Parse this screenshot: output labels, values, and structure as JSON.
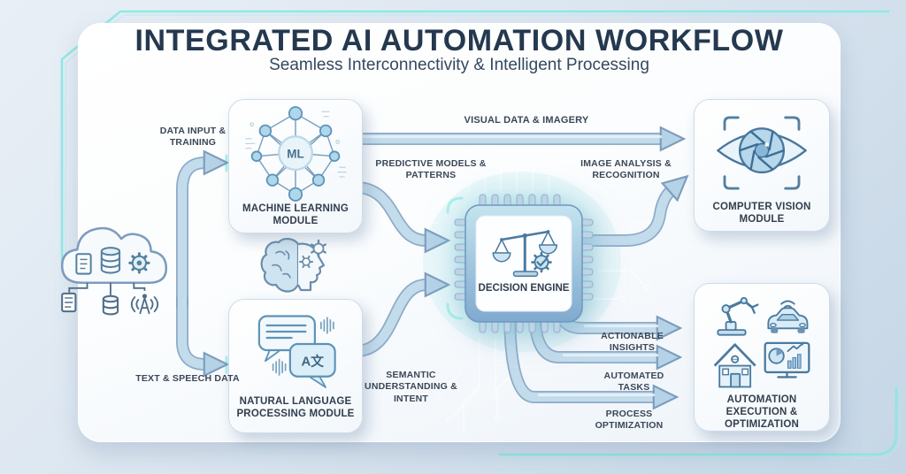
{
  "header": {
    "title": "INTEGRATED AI AUTOMATION WORKFLOW",
    "subtitle": "Seamless Interconnectivity & Intelligent Processing"
  },
  "modules": {
    "ml": {
      "label": "MACHINE LEARNING MODULE",
      "badge": "ML"
    },
    "nlp": {
      "label": "NATURAL LANGUAGE PROCESSING MODULE",
      "bubble": "A文"
    },
    "decision": {
      "label": "DECISION ENGINE"
    },
    "vision": {
      "label": "COMPUTER VISION MODULE"
    },
    "automation": {
      "label": "AUTOMATION EXECUTION & OPTIMIZATION"
    }
  },
  "flows": {
    "data_input": "DATA INPUT & TRAINING",
    "text_speech": "TEXT & SPEECH DATA",
    "visual_data": "VISUAL DATA & IMAGERY",
    "predictive": "PREDICTIVE MODELS & PATTERNS",
    "semantic": "SEMANTIC UNDERSTANDING & INTENT",
    "image_analysis": "IMAGE ANALYSIS & RECOGNITION",
    "actionable": "ACTIONABLE INSIGHTS",
    "automated_tasks": "AUTOMATED TASKS",
    "process_opt": "PROCESS OPTIMIZATION"
  },
  "icons": {
    "source": "cloud-data",
    "source_sub": [
      "document",
      "database",
      "antenna"
    ],
    "ml": "neural-network",
    "nlp": "chat-translate",
    "decision": "balance-scale-chip",
    "vision": "eye-aperture",
    "automation": [
      "robot-arm",
      "connected-car",
      "smart-home",
      "analytics-monitor"
    ],
    "decor": "brain-gears"
  },
  "colors": {
    "accent_teal": "#84e7e3",
    "arrow_fill": "#c3dcec",
    "arrow_edge": "#7f9fc0",
    "title_text": "#24394f",
    "label_text": "#3b4757"
  }
}
